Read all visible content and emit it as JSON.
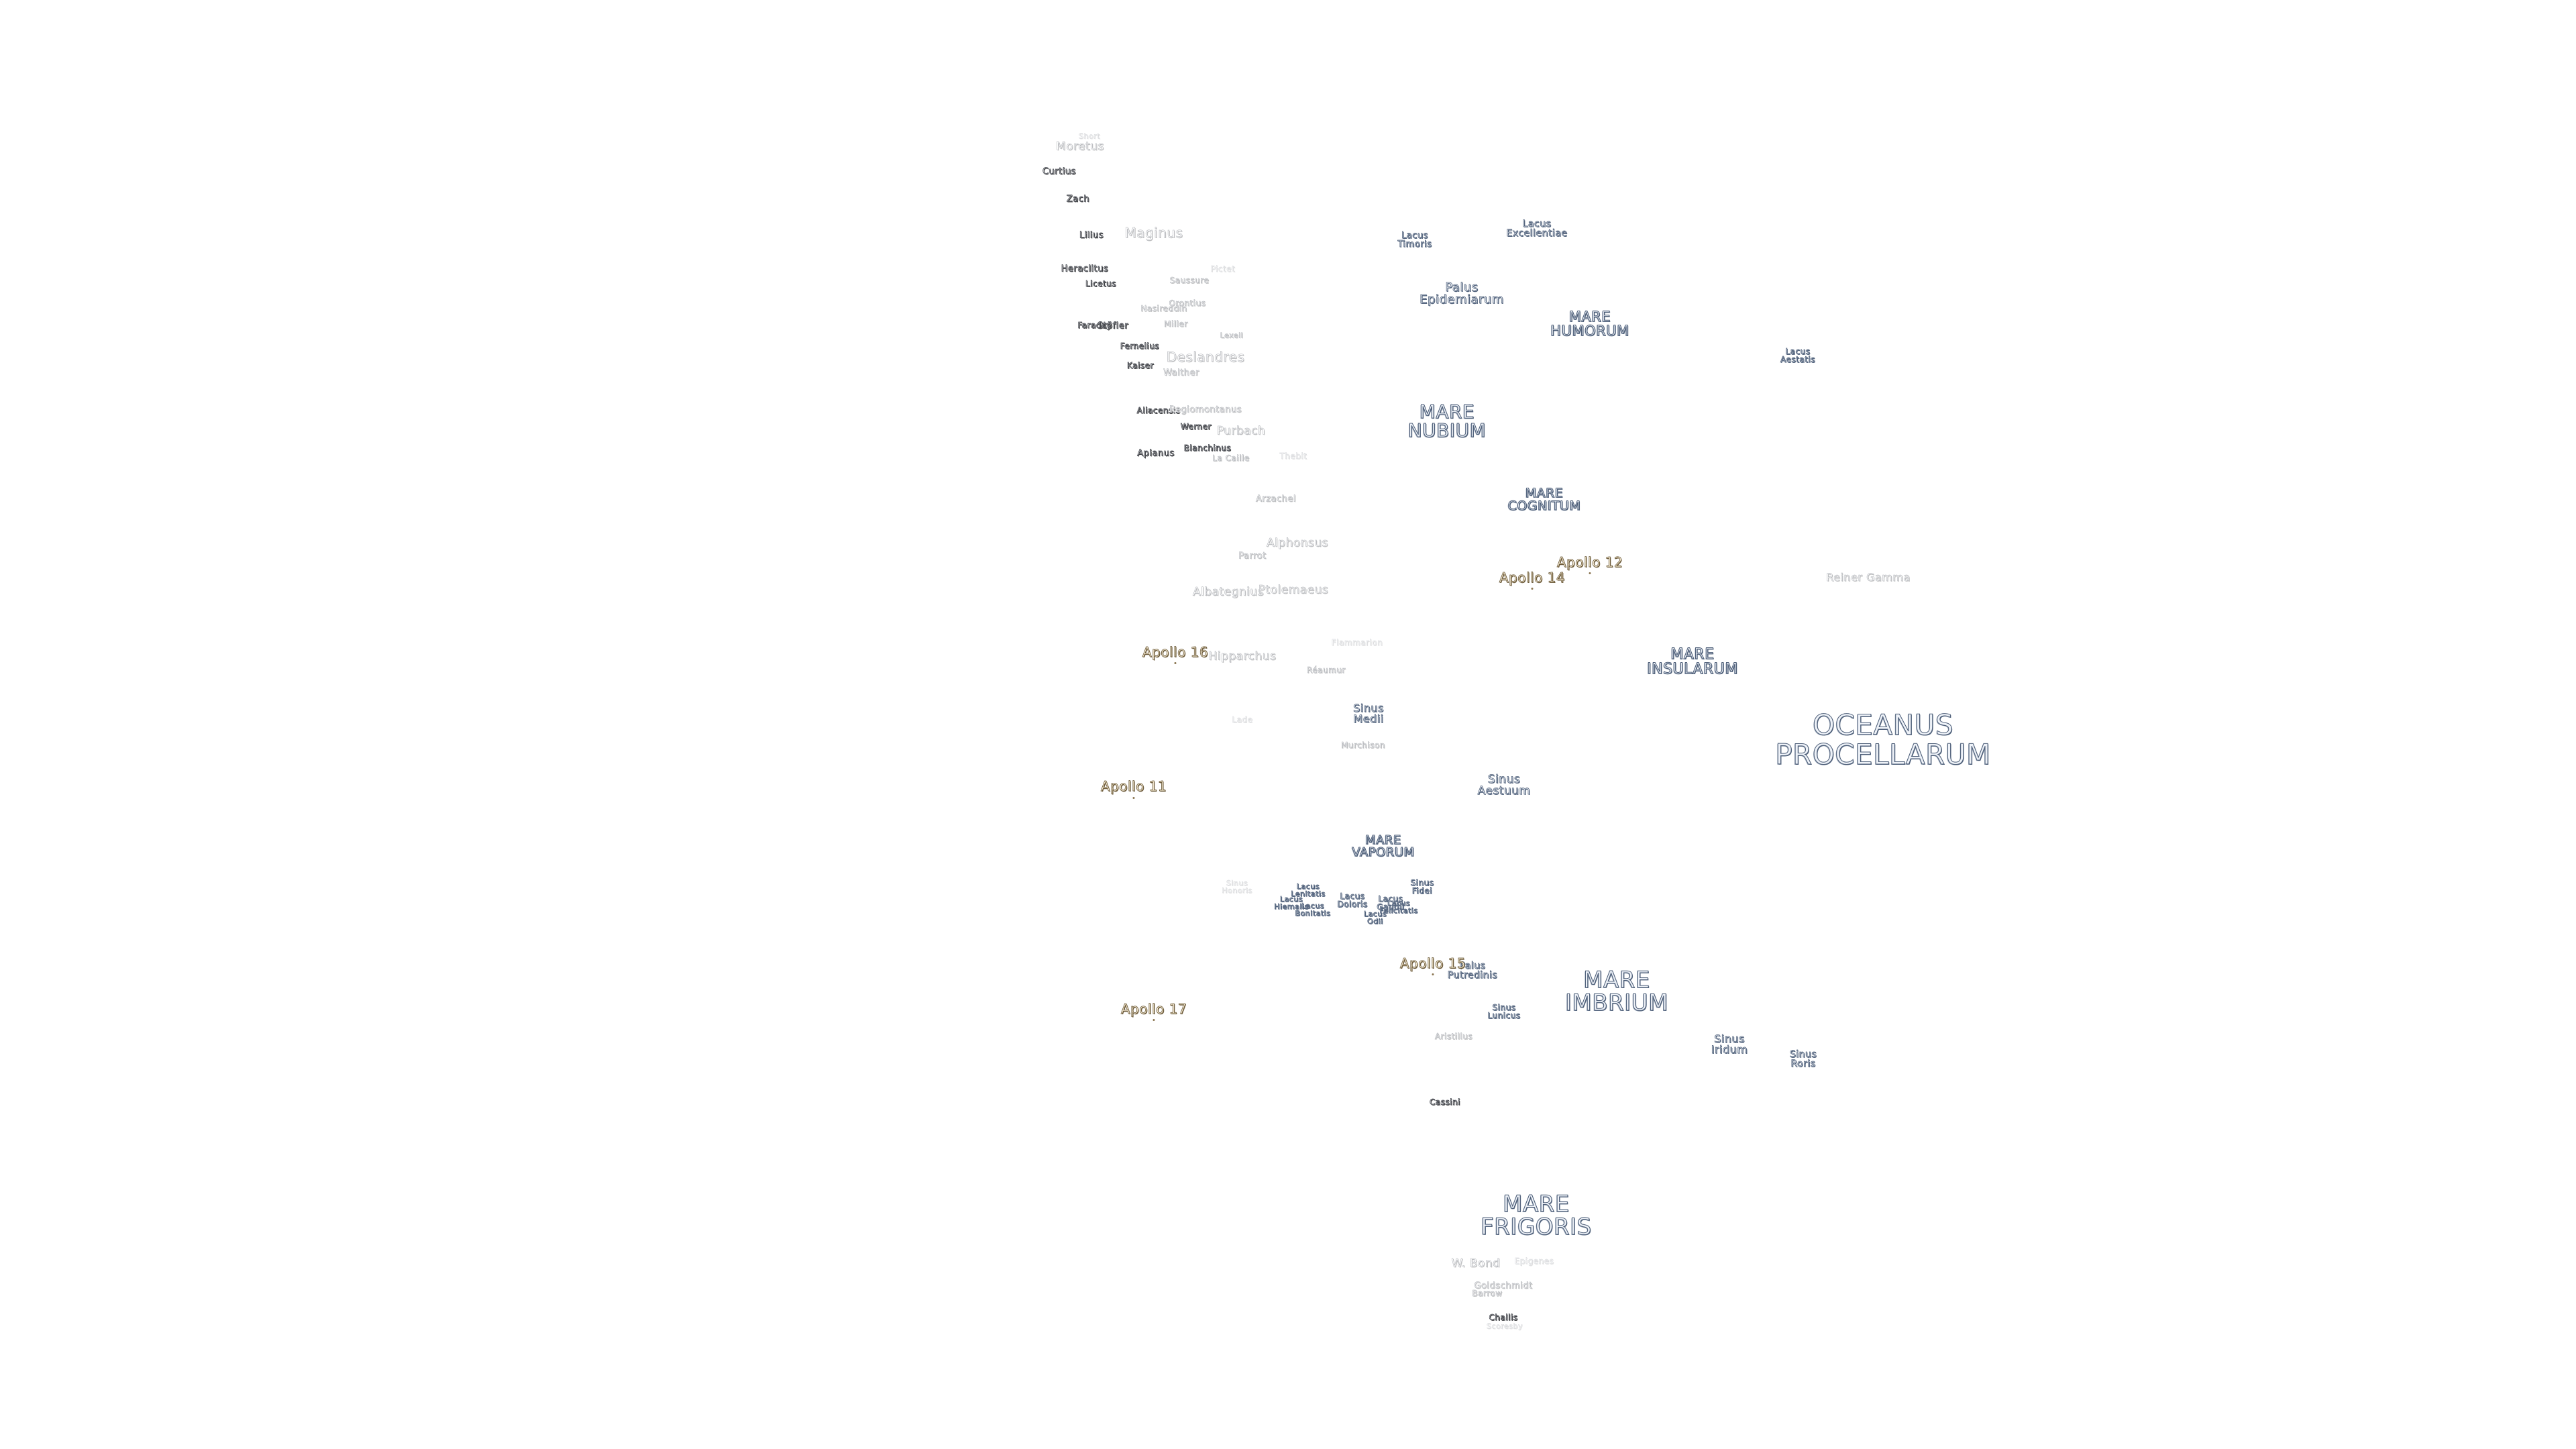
{
  "map": {
    "maria": {
      "oceanus_procellarum": "OCEANUS\nPROCELLARUM",
      "mare_imbrium": "MARE\nIMBRIUM",
      "mare_frigoris": "MARE\nFRIGORIS",
      "mare_nubium": "MARE\nNUBIUM",
      "mare_humorum": "MARE\nHUMORUM",
      "mare_cognitum": "MARE\nCOGNITUM",
      "mare_insularum": "MARE\nINSULARUM",
      "mare_vaporum": "MARE\nVAPORUM"
    },
    "features": {
      "lacus_timoris": "Lacus\nTimoris",
      "lacus_excellentiae": "Lacus\nExcellentiae",
      "palus_epidemiarum": "Palus\nEpidemiarum",
      "lacus_aestatis": "Lacus\nAestatis",
      "sinus_medii": "Sinus\nMedii",
      "sinus_aestuum": "Sinus\nAestuum",
      "palus_putredinis": "Palus\nPutredinis",
      "sinus_lunicus": "Sinus\nLunicus",
      "sinus_iridum": "Sinus\nIridum",
      "sinus_roris": "Sinus\nRoris",
      "sinus_fidei": "Sinus\nFidei",
      "lacus_lenitatis": "Lacus\nLenitatis",
      "lacus_doloris": "Lacus\nDoloris",
      "lacus_gaudii": "Lacus\nGaudii",
      "lacus_hiemalis": "Lacus\nHiemalis",
      "lacus_bonitatis": "Lacus\nBonitatis",
      "lacus_odii": "Lacus\nOdii",
      "lacus_felicitatis": "Lacus\nFelicitatis"
    },
    "apollo": {
      "apollo_11": "Apollo 11",
      "apollo_12": "Apollo 12",
      "apollo_14": "Apollo 14",
      "apollo_15": "Apollo 15",
      "apollo_16": "Apollo 16",
      "apollo_17": "Apollo 17"
    },
    "craters": {
      "short": "Short",
      "moretus": "Moretus",
      "curtius": "Curtius",
      "zach": "Zach",
      "lilius": "Lilius",
      "maginus": "Maginus",
      "heraclitus": "Heraclitus",
      "licetus": "Licetus",
      "pictet": "Pictet",
      "saussure": "Saussure",
      "stofler": "Stöfler",
      "faraday": "Faraday",
      "nasireddin": "Nasireddin",
      "orontius": "Orontius",
      "miller": "Miller",
      "lexell": "Lexell",
      "fernelius": "Fernelius",
      "deslandres": "Deslandres",
      "kaiser": "Kaiser",
      "walther": "Walther",
      "aliacensis": "Aliacensis",
      "regiomontanus": "Regiomontanus",
      "werner": "Werner",
      "purbach": "Purbach",
      "blanchinus": "Blanchinus",
      "apianus": "Apianus",
      "la_caille": "La Caille",
      "thebit": "Thebit",
      "arzachel": "Arzachel",
      "alphonsus": "Alphonsus",
      "parrot": "Parrot",
      "albategnius": "Albategnius",
      "ptolemaeus": "Ptolemaeus",
      "reiner_gamma": "Reiner Gamma",
      "hipparchus": "Hipparchus",
      "flammarion": "Flammarion",
      "reaumur": "Réaumur",
      "lade": "Lade",
      "murchison": "Murchison",
      "aristillus": "Aristillus",
      "cassini": "Cassini",
      "w_bond": "W. Bond",
      "epigenes": "Epigenes",
      "goldschmidt": "Goldschmidt",
      "barrow": "Barrow",
      "challis": "Challis",
      "scoresby": "Scoresby",
      "sinus_honoris": "Sinus\nHonoris"
    }
  }
}
